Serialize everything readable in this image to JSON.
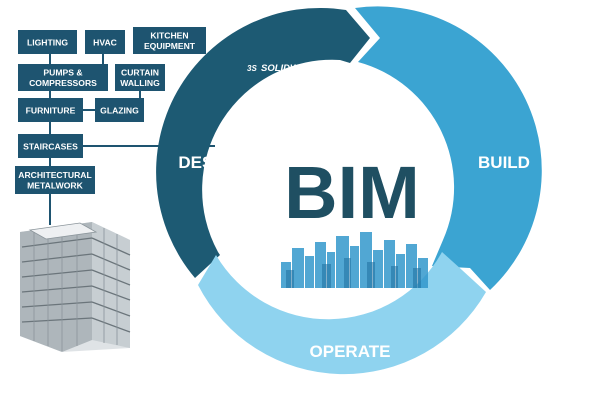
{
  "center": {
    "title": "BIM"
  },
  "cycle": {
    "design": "DESIGN",
    "build": "BUILD",
    "operate": "OPERATE"
  },
  "logo": {
    "text": "SOLIDWORKS",
    "prefix": "3S"
  },
  "components": {
    "lighting": "LIGHTING",
    "hvac": "HVAC",
    "kitchen_1": "KITCHEN",
    "kitchen_2": "EQUIPMENT",
    "pumps_1": "PUMPS &",
    "pumps_2": "COMPRESSORS",
    "curtain_1": "CURTAIN",
    "curtain_2": "WALLING",
    "furniture": "FURNITURE",
    "glazing": "GLAZING",
    "staircases": "STAIRCASES",
    "arch_1": "ARCHITECTURAL",
    "arch_2": "METALWORK"
  },
  "colors": {
    "design": "#1d5a73",
    "build": "#3ba4d2",
    "operate": "#8fd3ef",
    "box": "#1e5470",
    "bim": "#1f4f62",
    "skyline": "#3398cc"
  }
}
